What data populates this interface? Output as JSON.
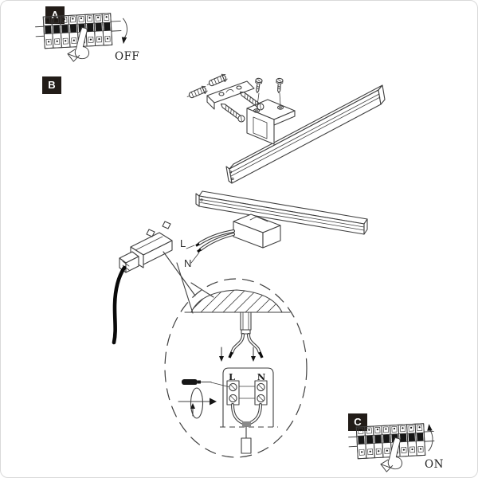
{
  "steps": {
    "a": "A",
    "b": "B",
    "c": "C"
  },
  "breaker": {
    "off_label": "OFF",
    "on_label": "ON"
  },
  "driver_wires": {
    "live": "L",
    "neutral": "N"
  },
  "terminal_block": {
    "live": "L",
    "neutral": "N"
  },
  "colors": {
    "line": "#3f3f3f",
    "label_bg": "#221c18",
    "label_fg": "#ffffff",
    "lever_fill": "#161616",
    "cable_black": "#0a0a0a",
    "junction_gray": "#8a8a8a",
    "page_border": "#d9d9d9"
  }
}
